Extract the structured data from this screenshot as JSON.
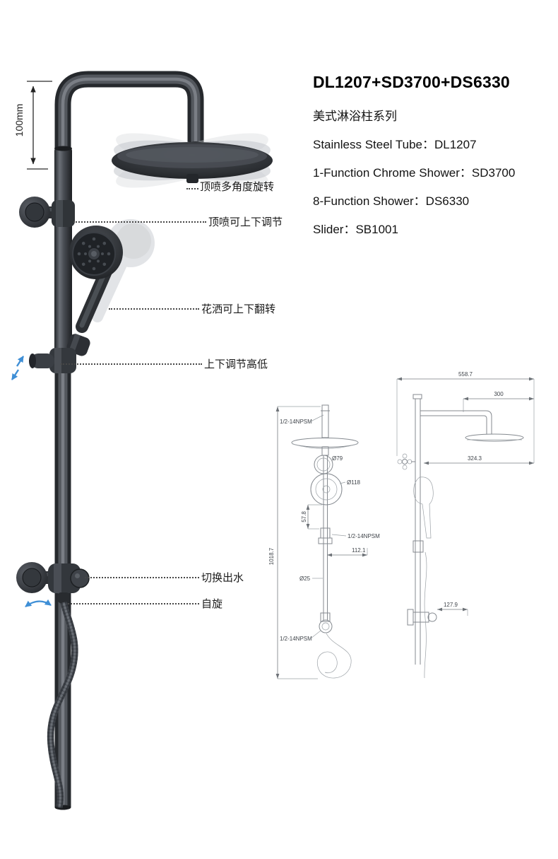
{
  "header": {
    "title": "DL1207+SD3700+DS6330",
    "series": "美式淋浴柱系列",
    "spec_lines": [
      "Stainless Steel Tube：DL1207",
      "1-Function Chrome Shower：SD3700",
      "8-Function Shower：DS6330",
      "Slider：SB1001"
    ]
  },
  "annotations": {
    "dim_100mm": "100mm",
    "callouts": [
      "顶喷多角度旋转",
      "顶喷可上下调节",
      "花洒可上下翻转",
      "上下调节高低",
      "切换出水",
      "自旋"
    ]
  },
  "colors": {
    "accent_blue": "#3f8fd6",
    "body_dark": "#33373c"
  },
  "cad": {
    "front": {
      "thread_top": "1/2-14NPSM",
      "dia_79": "Ø79",
      "dia_118": "Ø118",
      "dim_57_8": "57.8",
      "thread_mid": "1/2-14NPSM",
      "dim_112_1": "112.1",
      "dia_25": "Ø25",
      "dim_1018_7": "1018.7",
      "thread_bottom": "1/2-14NPSM"
    },
    "side": {
      "dim_558_7": "558.7",
      "dim_300": "300",
      "dim_324_3": "324.3",
      "dim_127_9": "127.9"
    }
  }
}
